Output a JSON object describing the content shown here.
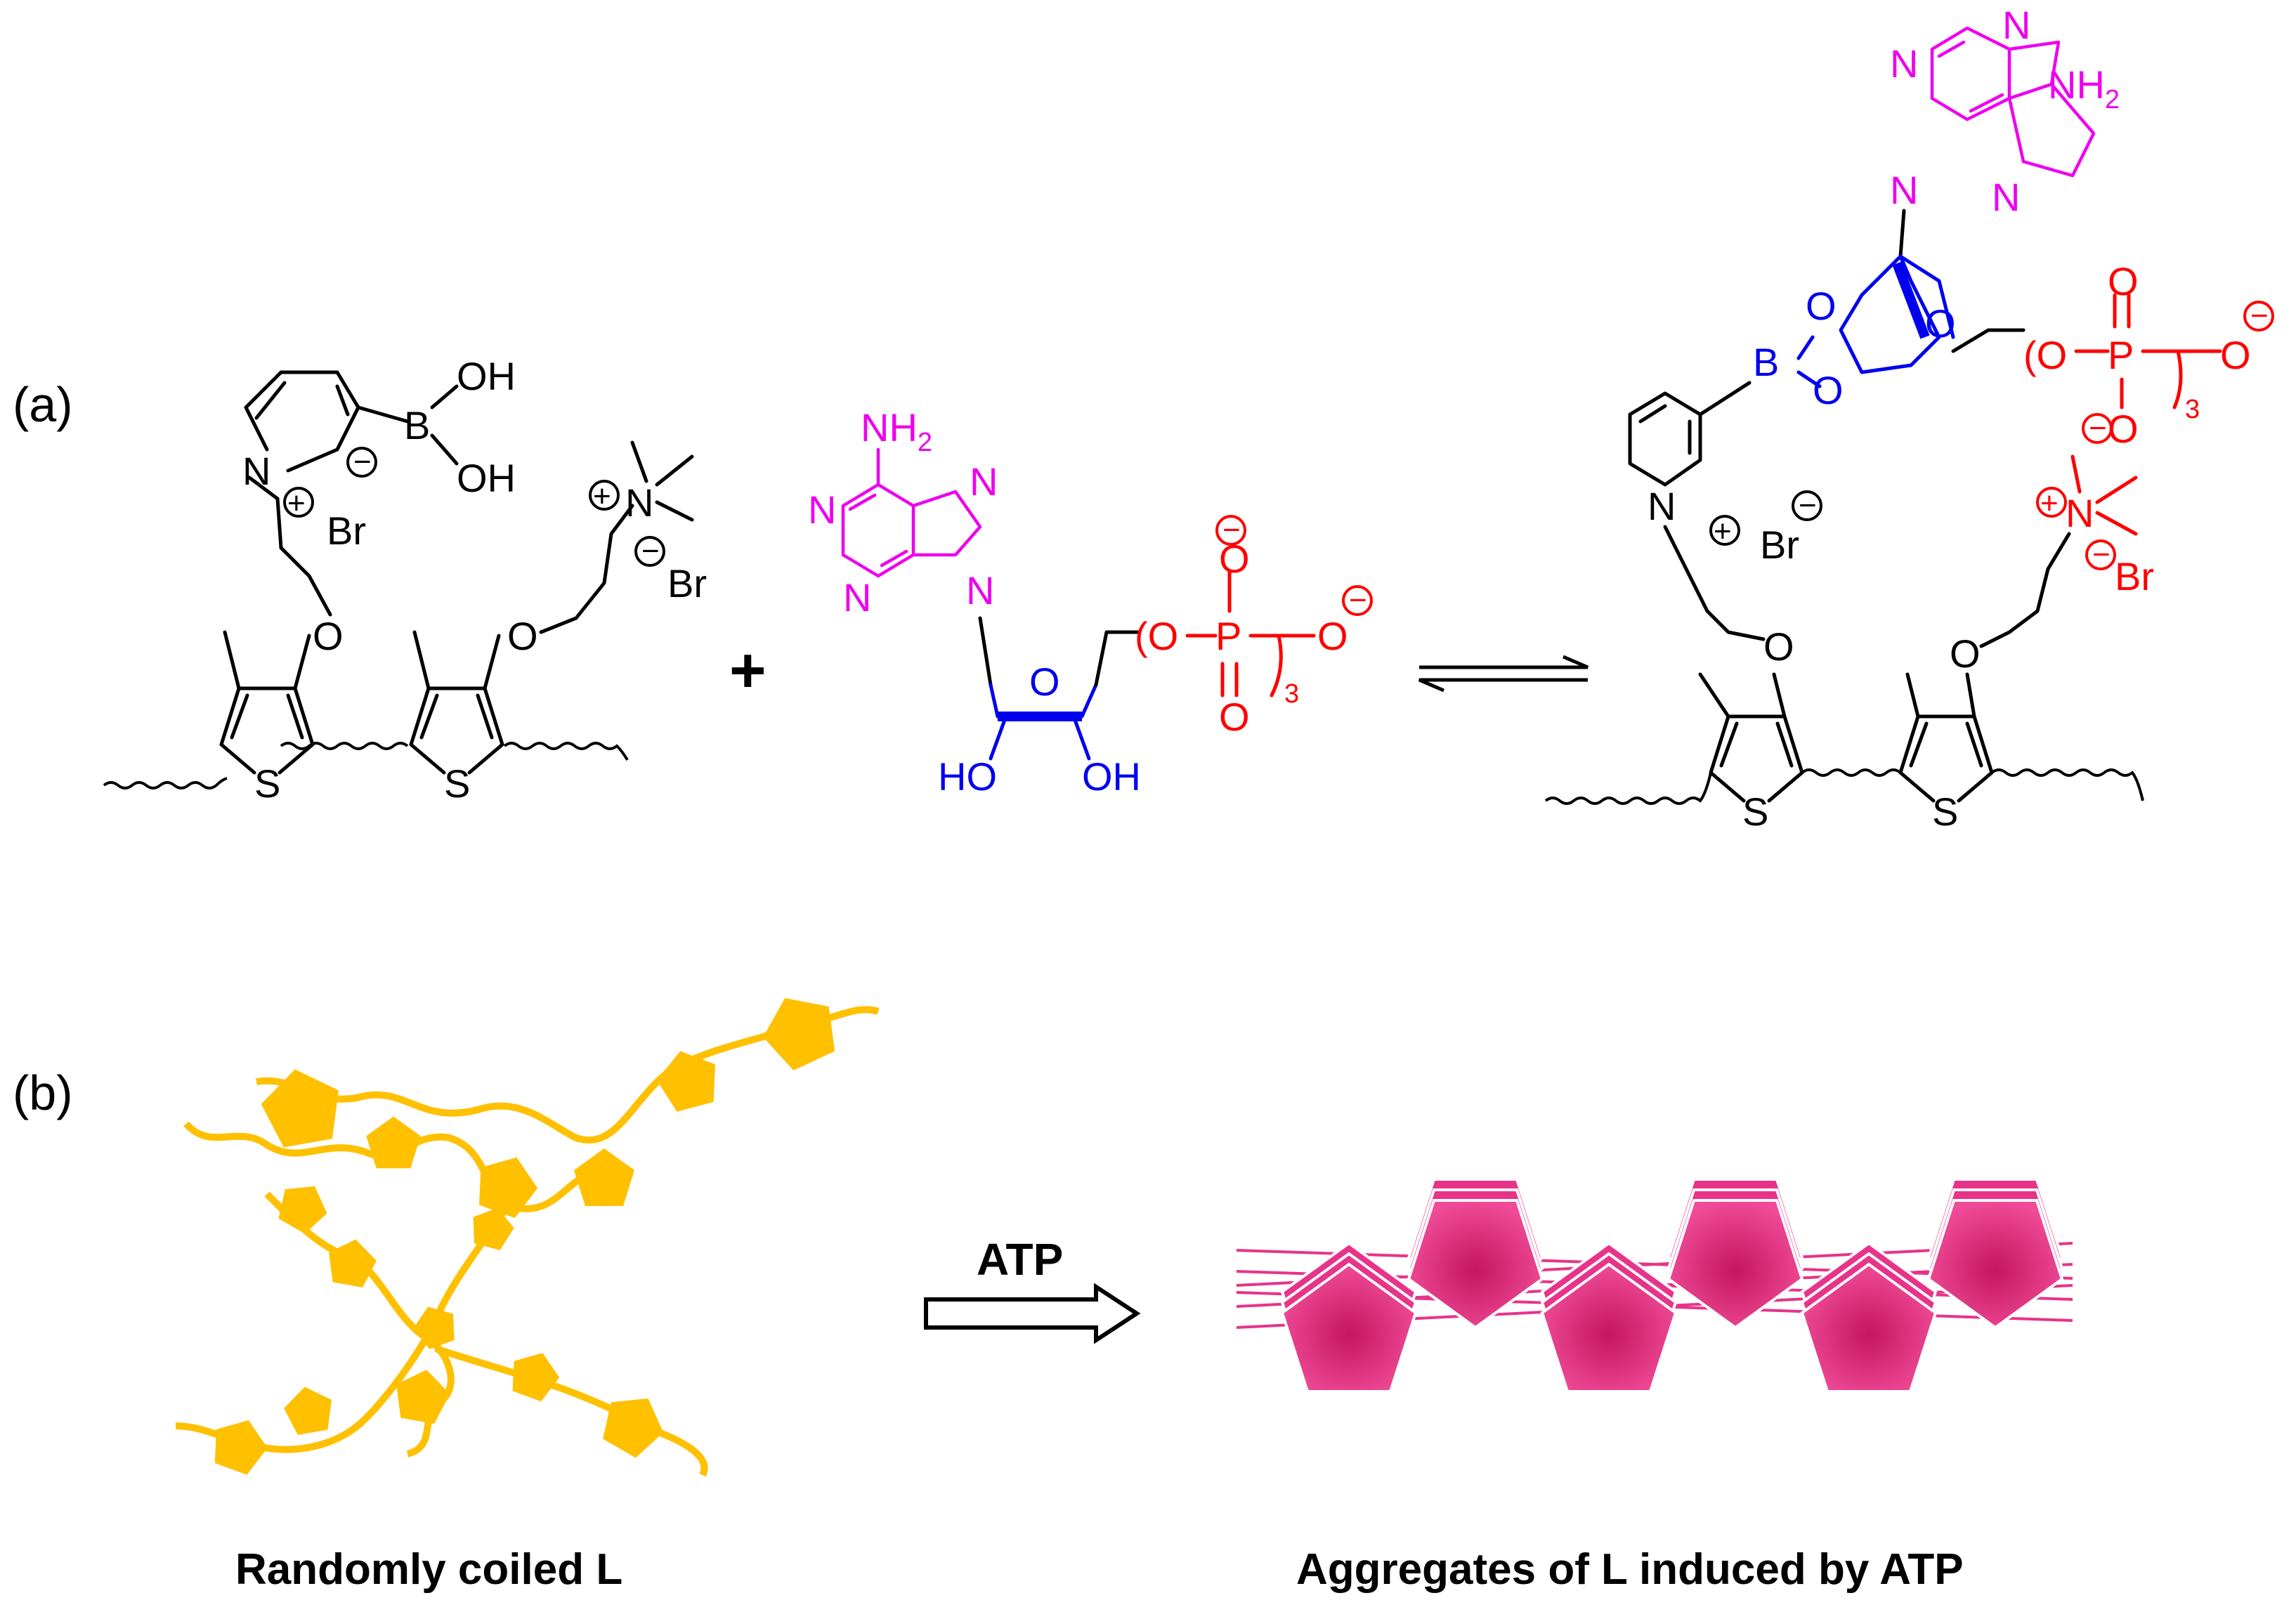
{
  "panels": {
    "a": {
      "label": "(a)"
    },
    "b": {
      "label": "(b)"
    }
  },
  "atoms": {
    "boronic_oh_top": "OH",
    "boronic_oh_bottom": "OH",
    "boron": "B",
    "nitrogen": "N",
    "bromide": "Br",
    "oxygen": "O",
    "sulfur": "S",
    "amine": "NH",
    "amine_sub": "2",
    "hydroxyl_left": "HO",
    "hydroxyl_right": "OH",
    "phosphorus": "P",
    "triphosphate_sub": "3",
    "phosphate_chain_oxygen": "(O",
    "terminal_oxygen": "O",
    "plus_sign": "+"
  },
  "reaction": {
    "arrow_label": "ATP"
  },
  "captions": {
    "left": "Randomly coiled  L",
    "right": "Aggregates of L induced by ATP"
  },
  "colors": {
    "bond": "#000000",
    "ribose": "#0000ee",
    "adenine": "#ee00ee",
    "phosphate": "#ff0000",
    "coil": "#ffc000",
    "aggregate": "#e8338a"
  }
}
